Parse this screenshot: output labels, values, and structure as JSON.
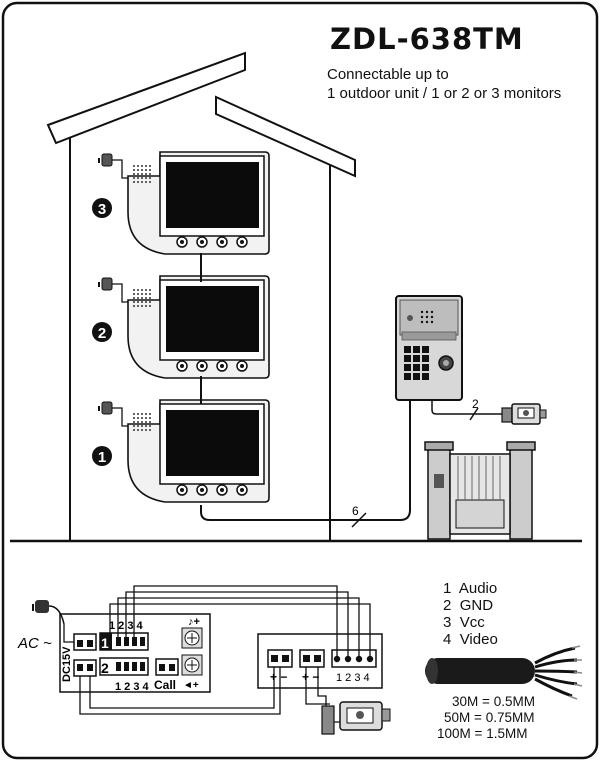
{
  "header": {
    "model": "ZDL-638TM",
    "subtitle_line1": "Connectable up to",
    "subtitle_line2": "1 outdoor unit / 1 or 2 or 3 monitors"
  },
  "monitors": [
    {
      "badge": "3"
    },
    {
      "badge": "2"
    },
    {
      "badge": "1"
    }
  ],
  "cable_labels": {
    "main_line": "6",
    "lock_line": "2"
  },
  "wiring": {
    "ac_label": "AC ~",
    "dc_label": "DC15V",
    "terminal_top_numbers": "1 2 3 4",
    "terminal_bottom_numbers": "1 2 3 4",
    "block_1": "1",
    "block_2": "2",
    "call_label": "Call",
    "outdoor_numbers": "1 2 3 4",
    "power_polarity": "+ −",
    "lock_polarity": "+ −"
  },
  "legend": [
    {
      "num": "1",
      "name": "Audio"
    },
    {
      "num": "2",
      "name": "GND"
    },
    {
      "num": "3",
      "name": "Vcc"
    },
    {
      "num": "4",
      "name": "Video"
    }
  ],
  "cable_specs": [
    {
      "length": "30M",
      "eq": "=",
      "size": "0.5MM"
    },
    {
      "length": "50M",
      "eq": "=",
      "size": "0.75MM"
    },
    {
      "length": "100M",
      "eq": "=",
      "size": "1.5MM"
    }
  ]
}
